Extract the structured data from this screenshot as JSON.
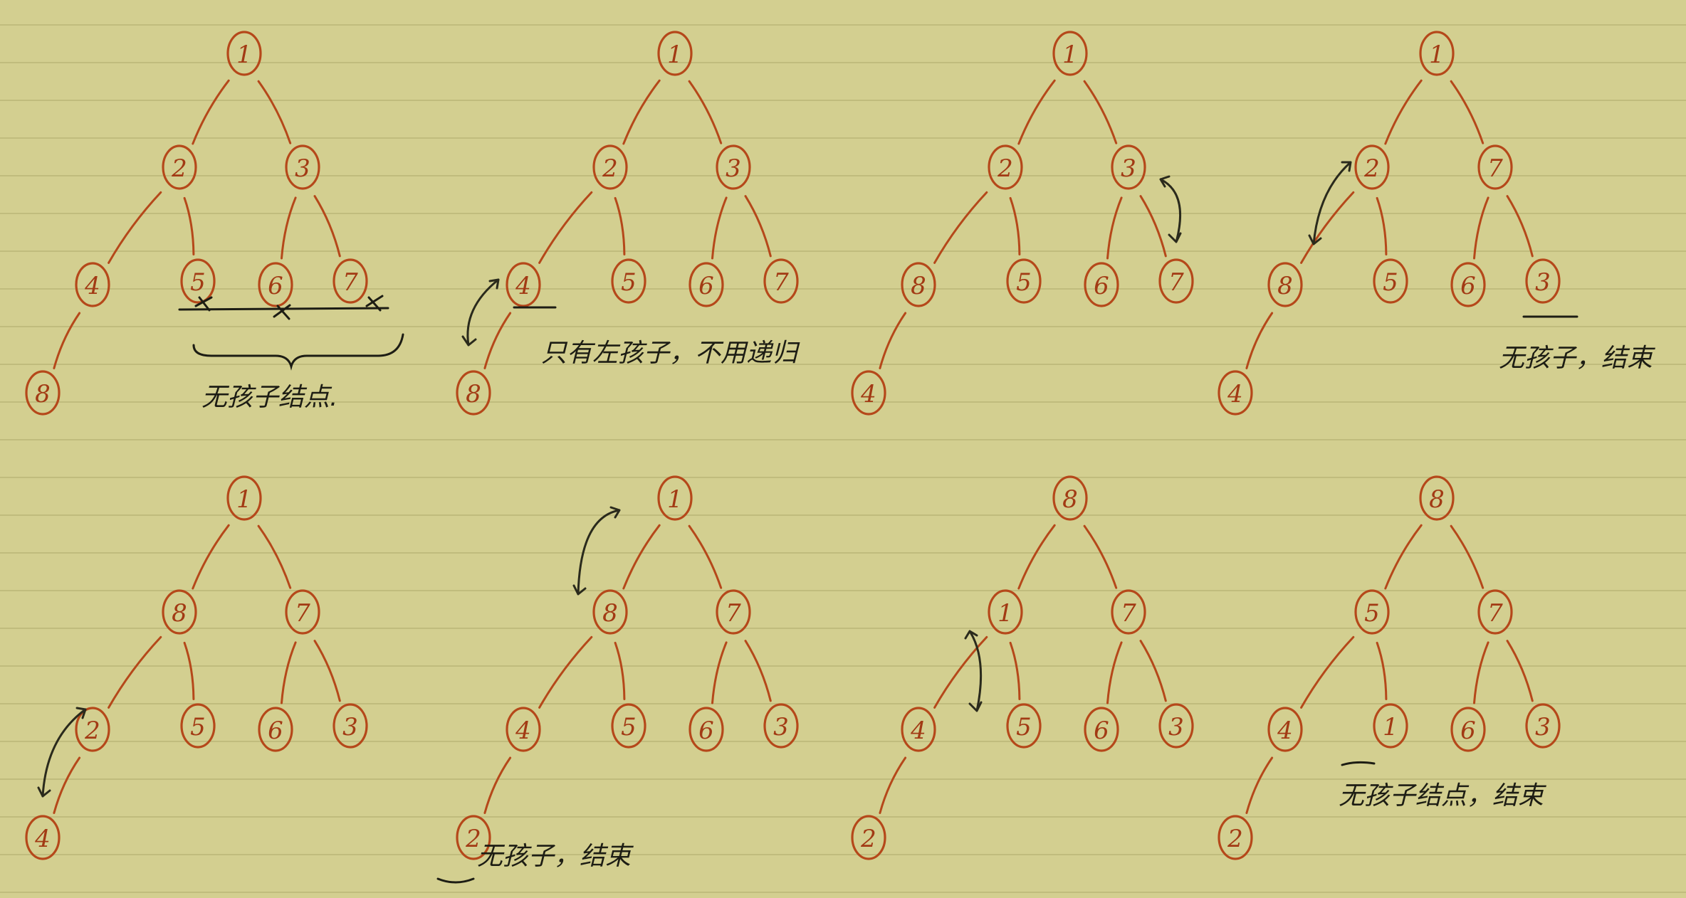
{
  "panels": [
    {
      "nodes": [
        "1",
        "2",
        "3",
        "4",
        "5",
        "6",
        "7",
        "8"
      ],
      "note": "无孩子结点."
    },
    {
      "nodes": [
        "1",
        "2",
        "3",
        "4",
        "5",
        "6",
        "7",
        "8"
      ],
      "note": "只有左孩子，不用递归"
    },
    {
      "nodes": [
        "1",
        "2",
        "3",
        "8",
        "5",
        "6",
        "7",
        "4"
      ]
    },
    {
      "nodes": [
        "1",
        "2",
        "7",
        "8",
        "5",
        "6",
        "3",
        "4"
      ],
      "note": "无孩子，结束"
    },
    {
      "nodes": [
        "1",
        "8",
        "7",
        "2",
        "5",
        "6",
        "3",
        "4"
      ]
    },
    {
      "nodes": [
        "1",
        "8",
        "7",
        "4",
        "5",
        "6",
        "3",
        "2"
      ],
      "note": "无孩子，结束"
    },
    {
      "nodes": [
        "8",
        "1",
        "7",
        "4",
        "5",
        "6",
        "3",
        "2"
      ]
    },
    {
      "nodes": [
        "8",
        "5",
        "7",
        "4",
        "1",
        "6",
        "3",
        "2"
      ],
      "note": "无孩子结点，结束"
    }
  ],
  "colors": {
    "paper": "#d3cf90",
    "rule_line": "#bab677",
    "node_ink": "#b5481a",
    "pen_ink": "#1d1d14"
  }
}
